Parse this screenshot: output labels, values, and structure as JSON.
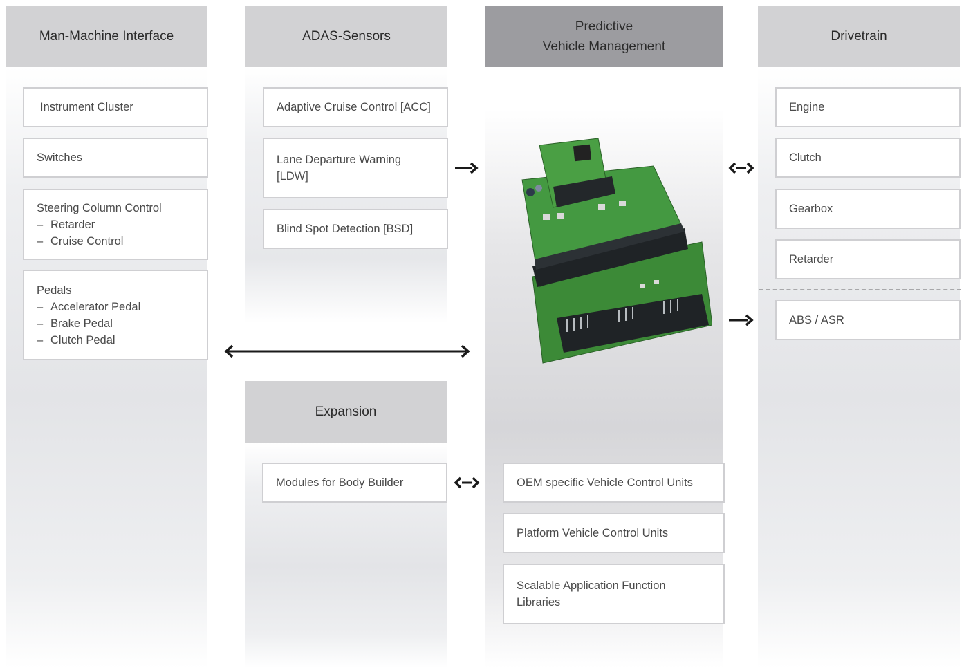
{
  "columns": {
    "hmi": {
      "title": "Man-Machine Interface",
      "items": {
        "instrument_cluster": "Instrument Cluster",
        "switches": "Switches",
        "steering": {
          "label": "Steering Column Control",
          "subs": [
            "Retarder",
            "Cruise Control"
          ]
        },
        "pedals": {
          "label": "Pedals",
          "subs": [
            "Accelerator Pedal",
            "Brake Pedal",
            "Clutch Pedal"
          ]
        }
      }
    },
    "adas": {
      "title": "ADAS-Sensors",
      "items": [
        "Adaptive Cruise Control [ACC]",
        "Lane Departure Warning [LDW]",
        "Blind Spot Detection [BSD]"
      ]
    },
    "expansion": {
      "title": "Expansion",
      "items": [
        "Modules for Body Builder"
      ]
    },
    "pvm": {
      "title_line1": "Predictive",
      "title_line2": "Vehicle Management",
      "items": [
        "OEM specific Vehicle Control Units",
        "Platform Vehicle Control Units",
        "Scalable Application Function Libraries"
      ]
    },
    "drivetrain": {
      "title": "Drivetrain",
      "items": [
        "Engine",
        "Clutch",
        "Gearbox",
        "Retarder"
      ],
      "separated_items": [
        "ABS / ASR"
      ]
    }
  },
  "colors": {
    "header_light": "#d2d2d4",
    "header_dark": "#9c9ca0",
    "box_border": "#cfcfd2",
    "arrow": "#1a1a1a",
    "pcb_green": "#3f8f3a",
    "connector_black": "#1f2326"
  },
  "icons": {
    "ecu_image": "electronic-control-unit-image",
    "arrow_right": "right-arrow-icon",
    "arrow_bidirectional": "bidirectional-arrow-icon"
  }
}
